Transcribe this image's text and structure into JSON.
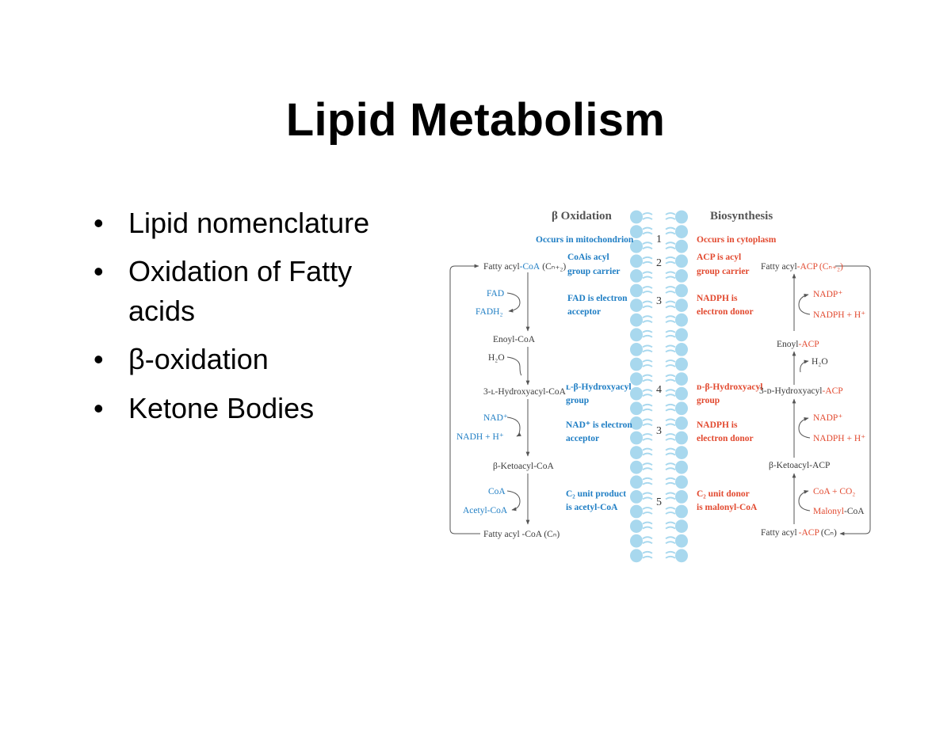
{
  "slide": {
    "title": "Lipid Metabolism",
    "bullets": [
      "Lipid nomenclature",
      "Oxidation of Fatty acids",
      "β-oxidation",
      "Ketone Bodies"
    ]
  },
  "diagram": {
    "left_header": "β Oxidation",
    "right_header": "Biosynthesis",
    "colors": {
      "blue": "#1f7ec4",
      "red": "#e24a30",
      "membrane": "#a8d8ee"
    },
    "rows": [
      {
        "num": "1",
        "left": [
          "Occurs in mitochondrion"
        ],
        "right": [
          "Occurs in cytoplasm"
        ]
      },
      {
        "num": "2",
        "left": [
          "CoAis acyl",
          "group carrier"
        ],
        "right": [
          "ACP is acyl",
          "group carrier"
        ]
      },
      {
        "num": "3",
        "left": [
          "FAD is electron",
          "acceptor"
        ],
        "right": [
          "NADPH is",
          "electron donor"
        ]
      },
      {
        "num": "4",
        "left": [
          "ʟ-β-Hydroxyacyl",
          "group"
        ],
        "right": [
          "ᴅ-β-Hydroxyacyl",
          "group"
        ]
      },
      {
        "num": "3",
        "left": [
          "NAD⁺ is electron",
          "acceptor"
        ],
        "right": [
          "NADPH is",
          "electron donor"
        ]
      },
      {
        "num": "5",
        "left": [
          "C₂ unit product",
          "is acetyl-CoA"
        ],
        "right": [
          "C₂ unit donor",
          "is malonyl-CoA"
        ]
      }
    ],
    "oxidation": {
      "fatty_acyl_top": "Fatty acyl",
      "coa_top": "-CoA",
      "cn2_top": "(Cₙ₊₂)",
      "fad": "FAD",
      "fadh2": "FADH₂",
      "enoyl": "Enoyl-CoA",
      "h2o": "H₂O",
      "hydroxyacyl": "3-ʟ-Hydroxyacyl-CoA",
      "nad": "NAD⁺",
      "nadh": "NADH + H⁺",
      "ketoacyl": "β-Ketoacyl-CoA",
      "coa": "CoA",
      "acetyl_coa": "Acetyl-CoA",
      "fatty_acyl_bottom": "Fatty acyl -CoA (Cₙ)"
    },
    "biosynthesis": {
      "fatty_acyl_top": "Fatty acyl",
      "acp_top": "-ACP",
      "cn2_top": "(Cₙ₊₂)",
      "nadp1": "NADP⁺",
      "nadph1": "NADPH + H⁺",
      "enoyl_a": "Enoyl",
      "enoyl_b": "-ACP",
      "h2o": "H₂O",
      "hydroxyacyl_a": "3-ᴅ-Hydroxyacyl",
      "hydroxyacyl_b": "-ACP",
      "nadp2": "NADP⁺",
      "nadph2": "NADPH + H⁺",
      "ketoacyl": "β-Ketoacyl-ACP",
      "coa_co2": "CoA + CO₂",
      "malonyl_a": "Malonyl",
      "malonyl_b": "-CoA",
      "fatty_acyl_bottom": "Fatty acyl",
      "acp_bottom": "-ACP",
      "cn_bottom": "(Cₙ)"
    }
  }
}
